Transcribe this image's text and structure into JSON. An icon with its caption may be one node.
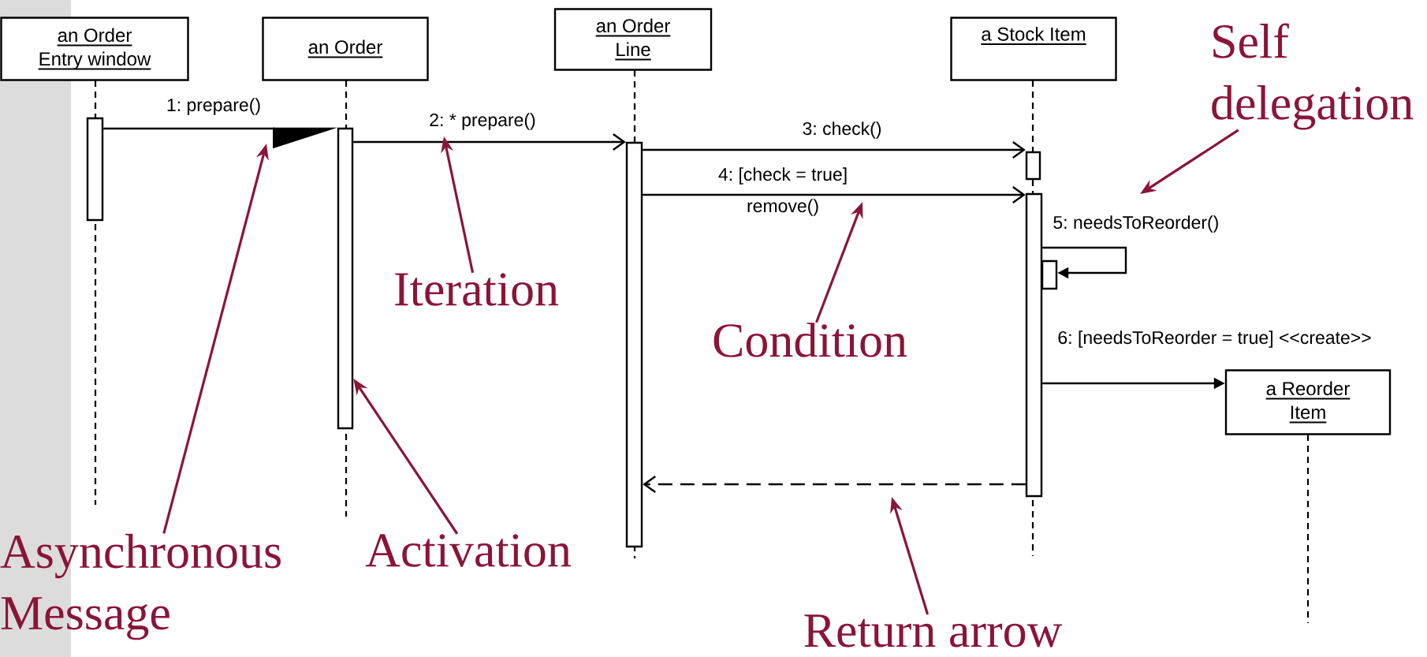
{
  "diagram": {
    "nodes": [
      {
        "text": [
          "an Order Entry window"
        ]
      },
      {
        "text": [
          "an Order"
        ]
      },
      {
        "text": [
          "an Order Line"
        ]
      },
      {
        "text": [
          "a Stock Item"
        ]
      },
      {
        "text": [
          "a Reorder Item"
        ]
      },
      {
        "text": [],
        "shape": "bar"
      },
      {
        "text": [],
        "shape": "bar"
      },
      {
        "text": [],
        "shape": "bar"
      },
      {
        "text": [],
        "shape": "bar"
      },
      {
        "text": [],
        "shape": "bar"
      },
      {
        "text": [],
        "shape": "bar"
      },
      {
        "text": [
          "Self delegation"
        ]
      },
      {
        "text": [
          "Iteration"
        ]
      },
      {
        "text": [
          "Condition"
        ]
      },
      {
        "text": [
          "Asynchronous Message"
        ]
      },
      {
        "text": [
          "Activation"
        ]
      },
      {
        "text": [
          "Return arrow"
        ]
      }
    ],
    "edges": [
      {
        "from": 5,
        "to": 6,
        "arrow": "to",
        "label": "1: prepare()"
      },
      {
        "from": 6,
        "to": 7,
        "arrow": "to",
        "label": "2: * prepare()"
      },
      {
        "from": 7,
        "to": 8,
        "arrow": "to",
        "label": "3: check()"
      },
      {
        "from": 7,
        "to": 9,
        "arrow": "to",
        "label": "4: [check = true] remove()"
      },
      {
        "from": 9,
        "to": 10,
        "arrow": "to",
        "label": "5: needsToReorder()"
      },
      {
        "from": 9,
        "to": 4,
        "arrow": "to",
        "label": "6: [needsToReorder = true] <<create>>"
      },
      {
        "from": 9,
        "to": 7,
        "arrow": "to",
        "style": "dashed"
      },
      {
        "from": 11,
        "to": null,
        "arrow": "to",
        "color": "#8a1538"
      },
      {
        "from": 12,
        "to": null,
        "arrow": "to",
        "color": "#8a1538"
      },
      {
        "from": 13,
        "to": null,
        "arrow": "to",
        "color": "#8a1538"
      },
      {
        "from": 14,
        "to": null,
        "arrow": "to",
        "color": "#8a1538"
      },
      {
        "from": 15,
        "to": 6,
        "arrow": "to",
        "color": "#8a1538"
      },
      {
        "from": 16,
        "to": null,
        "arrow": "to",
        "color": "#8a1538"
      }
    ]
  }
}
